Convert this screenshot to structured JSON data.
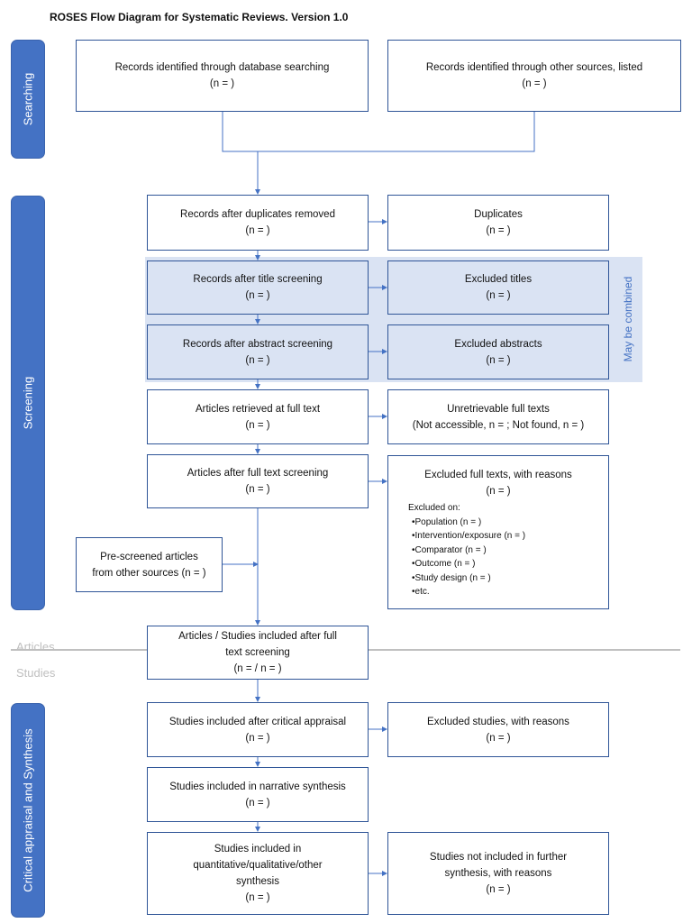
{
  "title": "ROSES Flow Diagram for Systematic Reviews. Version 1.0",
  "stages": {
    "searching": "Searching",
    "screening": "Screening",
    "synthesis": "Critical appraisal and Synthesis"
  },
  "combine_label": "May be combined",
  "phases": {
    "articles": "Articles",
    "studies": "Studies"
  },
  "boxes": {
    "db_search": {
      "l1": "Records identified through database searching",
      "l2": "(n = )"
    },
    "other_sources": {
      "l1": "Records identified through other sources, listed",
      "l2": "(n = )"
    },
    "after_duplicates": {
      "l1": "Records after duplicates removed",
      "l2": "(n = )"
    },
    "duplicates": {
      "l1": "Duplicates",
      "l2": "(n = )"
    },
    "after_title": {
      "l1": "Records after title screening",
      "l2": "(n = )"
    },
    "excluded_titles": {
      "l1": "Excluded titles",
      "l2": "(n = )"
    },
    "after_abstract": {
      "l1": "Records after abstract screening",
      "l2": "(n = )"
    },
    "excluded_abstracts": {
      "l1": "Excluded abstracts",
      "l2": "(n = )"
    },
    "retrieved_full": {
      "l1": "Articles retrieved at full text",
      "l2": "(n = )"
    },
    "unretrievable": {
      "l1": "Unretrievable full texts",
      "l2": "(Not accessible,  n = ; Not found, n = )"
    },
    "after_full_screening": {
      "l1": "Articles after full text screening",
      "l2": "(n = )"
    },
    "excluded_full": {
      "l1": "Excluded full texts, with reasons",
      "l2": "(n = )",
      "heading": "Excluded on:",
      "items": [
        "Population (n = )",
        "Intervention/exposure (n = )",
        "Comparator (n = )",
        "Outcome (n = )",
        "Study design (n = )",
        "etc."
      ]
    },
    "prescreened": {
      "l1": "Pre-screened articles",
      "l2": "from other sources (n = )"
    },
    "included_after_full": {
      "l1": "Articles / Studies included after full",
      "l2": "text screening",
      "l3": "(n = / n = )"
    },
    "after_appraisal": {
      "l1": "Studies included after critical appraisal",
      "l2": "(n = )"
    },
    "excluded_studies": {
      "l1": "Excluded studies, with reasons",
      "l2": "(n = )"
    },
    "narrative": {
      "l1": "Studies included in narrative synthesis",
      "l2": "(n = )"
    },
    "quantitative": {
      "l1": "Studies included in",
      "l2": "quantitative/qualitative/other",
      "l3": "synthesis",
      "l4": "(n = )"
    },
    "not_included": {
      "l1": "Studies not included in further",
      "l2": "synthesis, with reasons",
      "l3": "(n = )"
    }
  }
}
